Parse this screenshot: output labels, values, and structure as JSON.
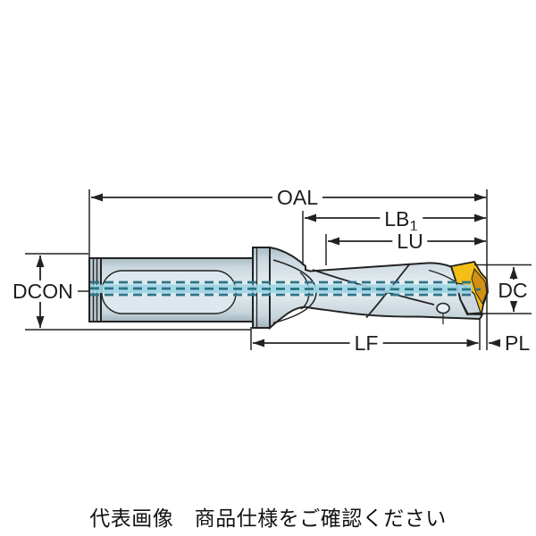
{
  "window": {
    "background": "#ffffff"
  },
  "caption": {
    "text": "代表画像　商品仕様をご確認ください"
  },
  "diagram": {
    "title": "exchangeable-tip drill dimensional drawing",
    "dimension_labels": {
      "oal": "OAL",
      "lb1_main": "LB",
      "lb1_sub": "1",
      "lu": "LU",
      "dcon": "DCON",
      "dc": "DC",
      "lf": "LF",
      "pl": "PL"
    },
    "colors": {
      "line": "#222222",
      "body_light": "#e9f0f4",
      "body_dark": "#a9bac4",
      "coolant_band": "#9bd5e5",
      "coolant_dash": "#2d7386",
      "insert_yellow": "#f3be18",
      "insert_amber": "#d29110",
      "insert_steel": "#ccd8df"
    }
  }
}
